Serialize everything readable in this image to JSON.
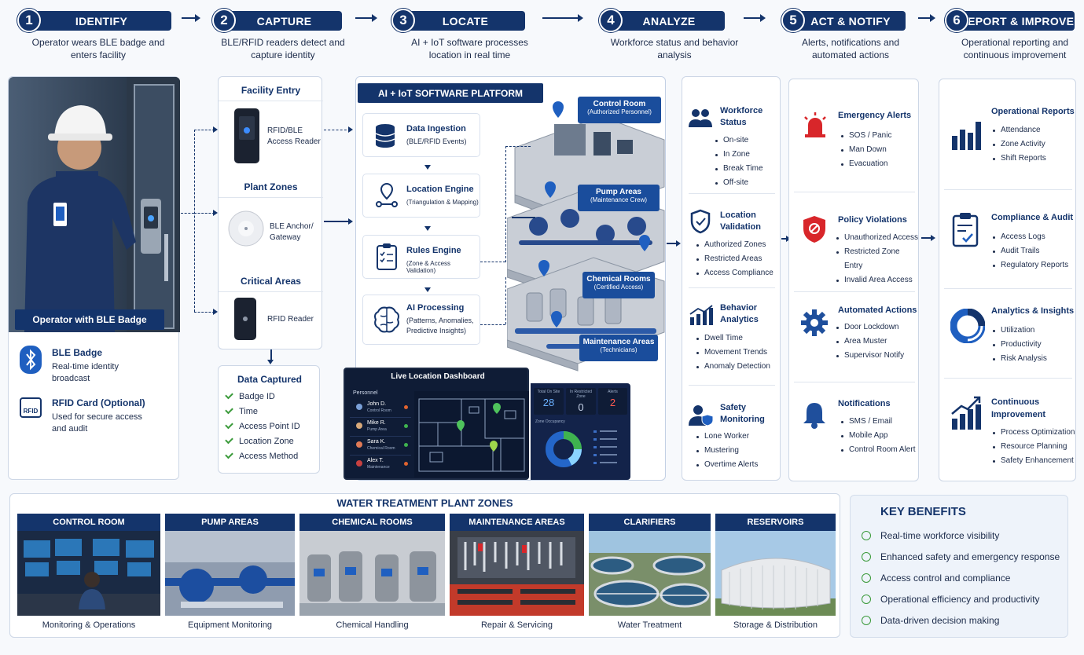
{
  "steps": [
    {
      "num": "1",
      "label": "IDENTIFY",
      "desc": "Operator wears BLE badge and enters facility"
    },
    {
      "num": "2",
      "label": "CAPTURE",
      "desc": "BLE/RFID readers detect and capture identity"
    },
    {
      "num": "3",
      "label": "LOCATE",
      "desc": "AI + IoT software processes location in real time"
    },
    {
      "num": "4",
      "label": "ANALYZE",
      "desc": "Workforce status and behavior analysis"
    },
    {
      "num": "5",
      "label": "ACT & NOTIFY",
      "desc": "Alerts, notifications and automated actions"
    },
    {
      "num": "6",
      "label": "REPORT & IMPROVE",
      "desc": "Operational reporting and continuous improvement"
    }
  ],
  "operator": {
    "caption": "Operator with BLE Badge",
    "ble_title": "BLE Badge",
    "ble_desc": "Real-time identity broadcast",
    "rfid_title": "RFID Card (Optional)",
    "rfid_desc": "Used for secure access and audit",
    "rfid_icon_text": "RFID"
  },
  "readers": [
    {
      "title": "Facility Entry",
      "label": "RFID/BLE Access Reader"
    },
    {
      "title": "Plant Zones",
      "label": "BLE Anchor/ Gateway"
    },
    {
      "title": "Critical Areas",
      "label": "RFID Reader"
    }
  ],
  "data_captured": {
    "title": "Data Captured",
    "items": [
      "Badge ID",
      "Time",
      "Access Point ID",
      "Location Zone",
      "Access Method"
    ]
  },
  "platform": {
    "title": "AI + IoT SOFTWARE PLATFORM",
    "modules": [
      {
        "title": "Data Ingestion",
        "sub": "(BLE/RFID Events)"
      },
      {
        "title": "Location Engine",
        "sub": "(Triangulation & Mapping)"
      },
      {
        "title": "Rules Engine",
        "sub": "(Zone & Access Validation)"
      },
      {
        "title": "AI Processing",
        "sub": "(Patterns, Anomalies, Predictive Insights)"
      }
    ],
    "areas": [
      {
        "title": "Control Room",
        "sub": "(Authorized Personnel)"
      },
      {
        "title": "Pump Areas",
        "sub": "(Maintenance Crew)"
      },
      {
        "title": "Chemical Rooms",
        "sub": "(Certified Access)"
      },
      {
        "title": "Maintenance Areas",
        "sub": "(Technicians)"
      }
    ]
  },
  "dashboard": {
    "title": "Live Location Dashboard",
    "personnel_label": "Personnel",
    "people": [
      {
        "name": "John D.",
        "role": "Control Room"
      },
      {
        "name": "Mike R.",
        "role": "Pump Area"
      },
      {
        "name": "Sara K.",
        "role": "Chemical Room"
      },
      {
        "name": "Alex T.",
        "role": "Maintenance"
      }
    ],
    "stats": [
      {
        "label": "Total On Site",
        "value": "28"
      },
      {
        "label": "In Restricted Zone",
        "value": "0"
      },
      {
        "label": "Alerts",
        "value": "2"
      }
    ],
    "occupancy_label": "Zone Occupancy"
  },
  "analyze": [
    {
      "title": "Workforce Status",
      "items": [
        "On-site",
        "In Zone",
        "Break Time",
        "Off-site"
      ]
    },
    {
      "title": "Location Validation",
      "items": [
        "Authorized Zones",
        "Restricted Areas",
        "Access Compliance"
      ]
    },
    {
      "title": "Behavior Analytics",
      "items": [
        "Dwell Time",
        "Movement Trends",
        "Anomaly Detection"
      ]
    },
    {
      "title": "Safety Monitoring",
      "items": [
        "Lone Worker",
        "Mustering",
        "Overtime Alerts"
      ]
    }
  ],
  "act": [
    {
      "title": "Emergency Alerts",
      "items": [
        "SOS / Panic",
        "Man Down",
        "Evacuation"
      ]
    },
    {
      "title": "Policy Violations",
      "items": [
        "Unauthorized Access",
        "Restricted Zone Entry",
        "Invalid Area Access"
      ]
    },
    {
      "title": "Automated Actions",
      "items": [
        "Door Lockdown",
        "Area Muster",
        "Supervisor Notify"
      ]
    },
    {
      "title": "Notifications",
      "items": [
        "SMS / Email",
        "Mobile App",
        "Control Room Alert"
      ]
    }
  ],
  "report": [
    {
      "title": "Operational Reports",
      "items": [
        "Attendance",
        "Zone Activity",
        "Shift Reports"
      ]
    },
    {
      "title": "Compliance & Audit",
      "items": [
        "Access Logs",
        "Audit Trails",
        "Regulatory Reports"
      ]
    },
    {
      "title": "Analytics & Insights",
      "items": [
        "Utilization",
        "Productivity",
        "Risk Analysis"
      ]
    },
    {
      "title": "Continuous Improvement",
      "items": [
        "Process Optimization",
        "Resource Planning",
        "Safety Enhancement"
      ]
    }
  ],
  "zones_title": "WATER TREATMENT PLANT ZONES",
  "zones": [
    {
      "title": "CONTROL ROOM",
      "caption": "Monitoring & Operations"
    },
    {
      "title": "PUMP AREAS",
      "caption": "Equipment Monitoring"
    },
    {
      "title": "CHEMICAL ROOMS",
      "caption": "Chemical Handling"
    },
    {
      "title": "MAINTENANCE AREAS",
      "caption": "Repair & Servicing"
    },
    {
      "title": "CLARIFIERS",
      "caption": "Water Treatment"
    },
    {
      "title": "RESERVOIRS",
      "caption": "Storage & Distribution"
    }
  ],
  "benefits": {
    "title": "KEY BENEFITS",
    "items": [
      "Real-time workforce visibility",
      "Enhanced safety and emergency response",
      "Access control and compliance",
      "Operational efficiency and productivity",
      "Data-driven decision making"
    ]
  },
  "colors": {
    "navy": "#14346b",
    "accent": "#1f5fc0",
    "red": "#d8262a",
    "green": "#3a9a3a"
  }
}
